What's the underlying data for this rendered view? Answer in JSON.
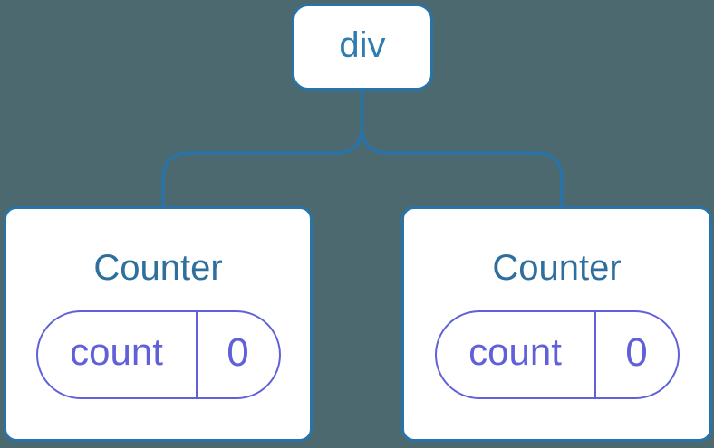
{
  "diagram": {
    "description": "component-tree",
    "root": {
      "label": "div"
    },
    "children": [
      {
        "title": "Counter",
        "state": {
          "key": "count",
          "value": "0"
        }
      },
      {
        "title": "Counter",
        "state": {
          "key": "count",
          "value": "0"
        }
      }
    ],
    "colors": {
      "background": "#4c6970",
      "node_border": "#2a73a8",
      "root_label": "#2e7db2",
      "component_title": "#2e6f9d",
      "state_accent": "#6060d8",
      "card_background": "#ffffff"
    }
  }
}
